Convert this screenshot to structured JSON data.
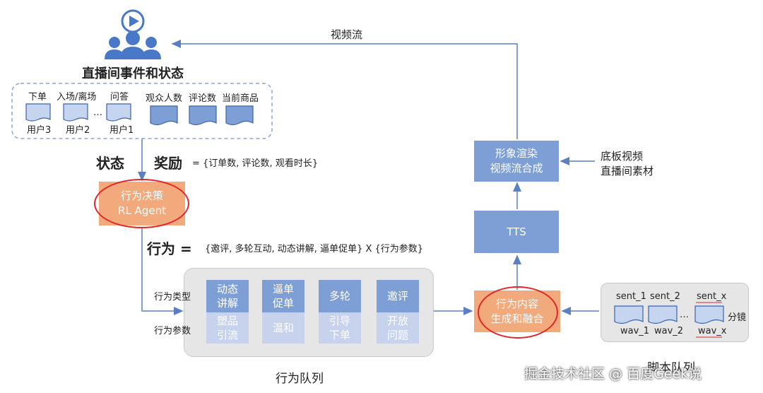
{
  "live_room": {
    "title": "直播间事件和状态",
    "events": [
      "下单",
      "入场/离场",
      "问答"
    ],
    "users": [
      "用户3",
      "用户2",
      "用户1"
    ],
    "ellipsis": "…",
    "states": [
      "观众人数",
      "评论数",
      "当前商品"
    ]
  },
  "video_stream_label": "视频流",
  "state_label": "状态",
  "reward_label": "奖励",
  "reward_formula": "= {订单数, 评论数, 观看时长}",
  "policy": {
    "line1": "行为决策",
    "line2": "RL Agent"
  },
  "action_label": "行为 =",
  "action_formula": "{邀评, 多轮互动, 动态讲解, 逼单促单} X {行为参数}",
  "behavior_queue": {
    "type_label": "行为类型",
    "param_label": "行为参数",
    "caption": "行为队列",
    "columns": [
      {
        "type": [
          "动态",
          "讲解"
        ],
        "param": [
          "塑品",
          "引流"
        ]
      },
      {
        "type": [
          "逼单",
          "促单"
        ],
        "param": [
          "温和"
        ]
      },
      {
        "type": [
          "多轮"
        ],
        "param": [
          "引导",
          "下单"
        ]
      },
      {
        "type": [
          "邀评"
        ],
        "param": [
          "开放",
          "问题"
        ]
      }
    ]
  },
  "render": {
    "line1": "形象渲染",
    "line2": "视频流合成"
  },
  "background_inputs": [
    "底板视频",
    "直播间素材"
  ],
  "tts_label": "TTS",
  "fusion": {
    "line1": "行为内容",
    "line2": "生成和融合"
  },
  "script_queue": {
    "sents": [
      "sent_1",
      "sent_2",
      "sent_x"
    ],
    "wavs": [
      "wav_1",
      "wav_2",
      "wav_x"
    ],
    "ellipsis": "…",
    "side_label": "分镜",
    "caption": "脚本队列"
  },
  "watermark": "掘金技术社区 @ 百度Geek说",
  "colors": {
    "blue": "#7e9fd6",
    "light_blue": "#c7d3ec",
    "orange": "#f2a97c",
    "red": "#e0262a",
    "gray_panel": "#e6e6e6"
  }
}
